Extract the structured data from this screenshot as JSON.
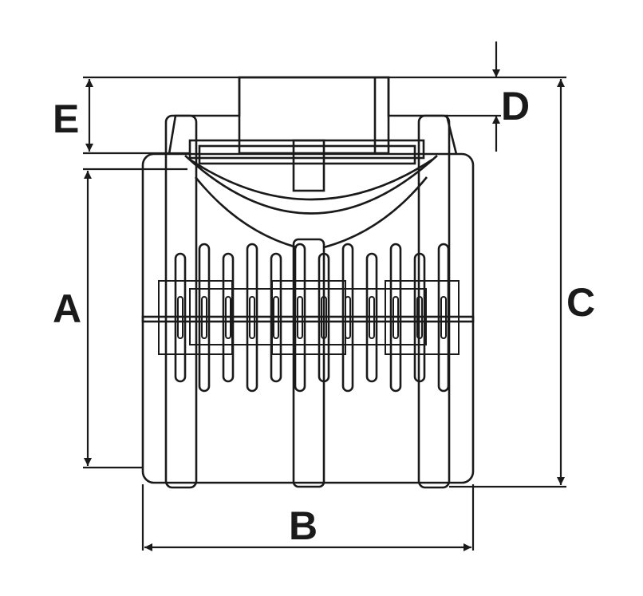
{
  "diagram": {
    "labels": {
      "a": "A",
      "b": "B",
      "c": "C",
      "d": "D",
      "e": "E"
    },
    "colors": {
      "ink": "#1a1a1a",
      "background": "#ffffff"
    }
  }
}
